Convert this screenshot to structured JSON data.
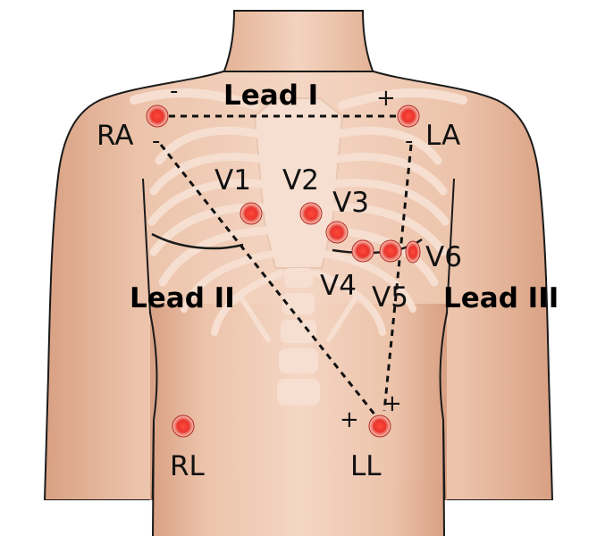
{
  "leads": {
    "lead_1": "Lead I",
    "lead_2": "Lead II",
    "lead_3": "Lead III"
  },
  "electrodes": {
    "ra": "RA",
    "la": "LA",
    "rl": "RL",
    "ll": "LL",
    "v1": "V1",
    "v2": "V2",
    "v3": "V3",
    "v4": "V4",
    "v5": "V5",
    "v6": "V6"
  },
  "polarity": {
    "lead1_negative": "-",
    "lead1_positive": "+",
    "ra_negative": "-",
    "la_negative": "-",
    "ll_plus_left": "+",
    "ll_plus_right": "+"
  },
  "colors": {
    "skin_light": "#f4d6c4",
    "skin_mid": "#e9b89c",
    "skin_dark": "#d9a083",
    "bone": "#f6dfd0",
    "bone_edge": "#e8c6b2",
    "electrode_red": "#e8352e",
    "electrode_ring": "#f4a79b"
  }
}
